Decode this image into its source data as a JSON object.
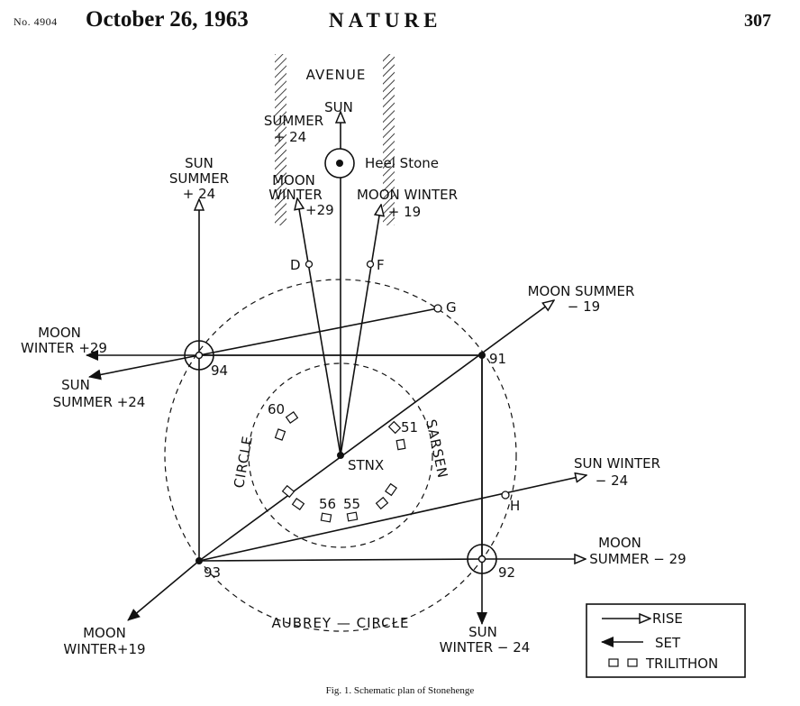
{
  "header": {
    "issue_number": "No. 4904",
    "date": "October 26, 1963",
    "journal": "NATURE",
    "page": "307"
  },
  "figure": {
    "avenue": "AVENUE",
    "heel_stone": "Heel Stone",
    "stone_d": "D",
    "stone_f": "F",
    "stone_g": "G",
    "stone_h": "H",
    "station_91": "91",
    "station_92": "92",
    "station_93": "93",
    "station_94": "94",
    "center": "STNX",
    "stone_60": "60",
    "stone_51": "51",
    "stone_56": "56",
    "stone_55": "55",
    "sarsen": "SARSEN",
    "circle_left": "CIRCLE",
    "aubrey_circle": "AUBREY — CIRCLE",
    "labels": {
      "sun_top_1": "SUN",
      "summer_top_1": "SUMMER",
      "summer_top_2": "+ 24",
      "sun_left_1": "SUN",
      "sun_left_2": "SUMMER",
      "sun_left_3": "+ 24",
      "moon_w29_top_1": "MOON",
      "moon_w29_top_2": "WINTER",
      "moon_w29_top_3": "+29",
      "moon_w19_top_1": "MOON WINTER",
      "moon_w19_top_2": "+ 19",
      "moon_summer_19_1": "MOON SUMMER",
      "moon_summer_19_2": "− 19",
      "moon_w29_left_1": "MOON",
      "moon_w29_left_2": "WINTER +29",
      "sun_s24_left_1": "SUN",
      "sun_s24_left_2": "SUMMER +24",
      "sun_winter_24_1": "SUN WINTER",
      "sun_winter_24_2": "− 24",
      "moon_summer_29_1": "MOON",
      "moon_summer_29_2": "SUMMER − 29",
      "sun_winter_bottom_1": "SUN",
      "sun_winter_bottom_2": "WINTER − 24",
      "moon_winter_19_bottom_1": "MOON",
      "moon_winter_19_bottom_2": "WINTER+19"
    },
    "legend": {
      "rise": "RISE",
      "set": "SET",
      "trilithon": "TRILITHON"
    }
  },
  "caption": "Fig. 1.  Schematic plan of Stonehenge"
}
